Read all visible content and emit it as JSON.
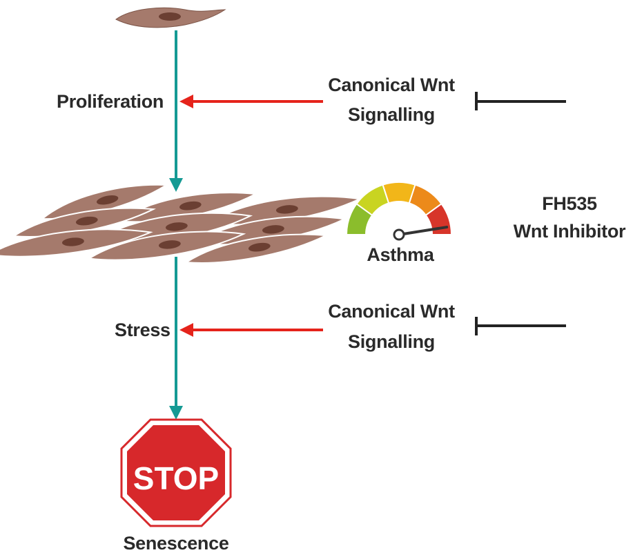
{
  "labels": {
    "proliferation": "Proliferation",
    "stress": "Stress",
    "senescence": "Senescence",
    "wnt_top_line1": "Canonical Wnt",
    "wnt_top_line2": "Signalling",
    "wnt_bottom_line1": "Canonical Wnt",
    "wnt_bottom_line2": "Signalling",
    "inhibitor_line1": "FH535",
    "inhibitor_line2": "Wnt Inhibitor",
    "gauge_label": "Asthma",
    "stop_sign_text": "STOP"
  },
  "colors": {
    "main_arrow": "#159a94",
    "activation_arrow": "#e5231b",
    "inhibition_line": "#222222",
    "cell_body": "#a57a6c",
    "cell_edge": "#7d5548",
    "cell_nucleus": "#6b3f32",
    "stop_sign": "#d7282b",
    "gauge_segments": [
      "#8bbd2c",
      "#c9d421",
      "#f2b619",
      "#ec8a1a",
      "#d7352a"
    ],
    "text": "#2a2a2a"
  },
  "icons": [
    "single-cell-icon",
    "cell-cluster-icon",
    "severity-gauge-icon",
    "stop-sign-icon"
  ],
  "gauge": {
    "level": 0.95
  }
}
